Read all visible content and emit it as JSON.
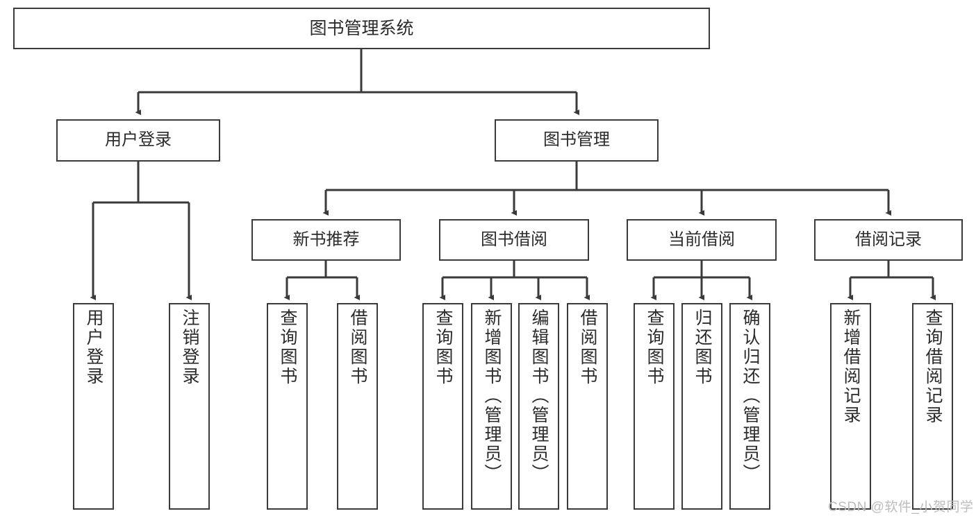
{
  "diagram": {
    "title": "图书管理系统",
    "type": "tree-hierarchy-chart",
    "root": {
      "id": "root",
      "label": "图书管理系统"
    },
    "level2": [
      {
        "id": "user-login",
        "label": "用户登录"
      },
      {
        "id": "book-manage",
        "label": "图书管理"
      }
    ],
    "level3": [
      {
        "id": "new-book-recommend",
        "label": "新书推荐"
      },
      {
        "id": "book-borrow",
        "label": "图书借阅"
      },
      {
        "id": "current-borrow",
        "label": "当前借阅"
      },
      {
        "id": "borrow-record",
        "label": "借阅记录"
      }
    ],
    "leaves": {
      "user_login": [
        {
          "id": "leaf-user-login",
          "label": "用户登录"
        },
        {
          "id": "leaf-logout-login",
          "label": "注销登录"
        }
      ],
      "new_book_recommend": [
        {
          "id": "leaf-query-book-1",
          "label": "查询图书"
        },
        {
          "id": "leaf-borrow-book-1",
          "label": "借阅图书"
        }
      ],
      "book_borrow": [
        {
          "id": "leaf-query-book-2",
          "label": "查询图书"
        },
        {
          "id": "leaf-add-book",
          "label": "新增图书（管理员）"
        },
        {
          "id": "leaf-edit-book",
          "label": "编辑图书（管理员）"
        },
        {
          "id": "leaf-borrow-book-2",
          "label": "借阅图书"
        }
      ],
      "current_borrow": [
        {
          "id": "leaf-query-book-3",
          "label": "查询图书"
        },
        {
          "id": "leaf-return-book",
          "label": "归还图书"
        },
        {
          "id": "leaf-confirm-return",
          "label": "确认归还（管理员）"
        }
      ],
      "borrow_record": [
        {
          "id": "leaf-add-record",
          "label": "新增借阅记录"
        },
        {
          "id": "leaf-query-record",
          "label": "查询借阅记录"
        }
      ]
    }
  },
  "watermark": {
    "text": "CSDN @软件_小贺同学"
  },
  "colors": {
    "stroke": "#3a3a3a",
    "background": "#ffffff",
    "text": "#2b2b2b",
    "watermark": "#bcbcbc"
  }
}
